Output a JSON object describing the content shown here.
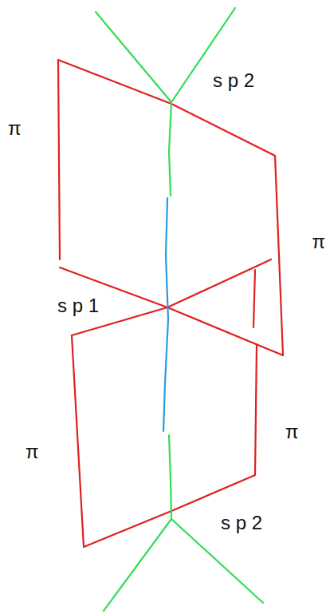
{
  "diagram": {
    "labels": [
      "s p 2",
      "π",
      "π",
      "s p 1",
      "π",
      "π",
      "s p 2"
    ]
  }
}
